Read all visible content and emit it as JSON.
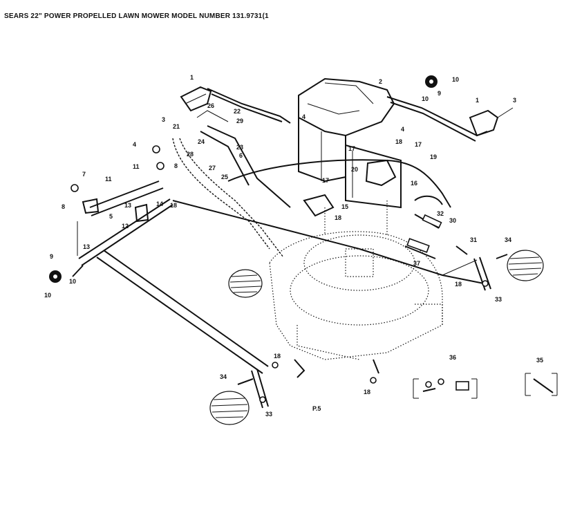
{
  "title": "SEARS 22\" POWER PROPELLED LAWN MOWER MODEL NUMBER 131.9731(1",
  "callouts": [
    "1",
    "2",
    "3",
    "4",
    "5",
    "6",
    "7",
    "8",
    "9",
    "10",
    "11",
    "12",
    "13",
    "14",
    "15",
    "16",
    "17",
    "18",
    "19",
    "20",
    "21",
    "22",
    "23",
    "24",
    "25",
    "26",
    "27",
    "28",
    "29",
    "30",
    "31",
    "32",
    "33",
    "34",
    "35",
    "36",
    "37"
  ],
  "footer_label": "P.5"
}
